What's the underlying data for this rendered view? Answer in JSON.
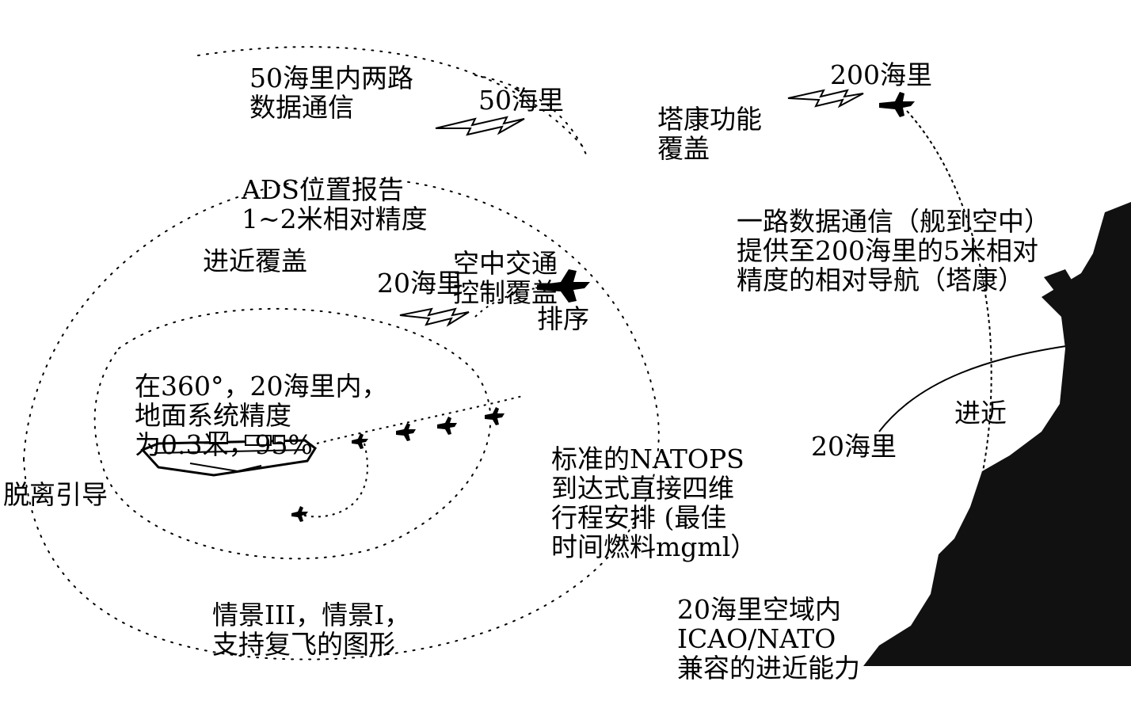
{
  "labels": {
    "datalink_50": [
      "50海里内两路",
      "数据通信"
    ],
    "nm_50": "50海里",
    "ads": [
      "ADS位置报告",
      "1~2米相对精度"
    ],
    "tacan_cov": [
      "塔康功能",
      "覆盖"
    ],
    "nm_200": "200海里",
    "datalink_200": [
      "一路数据通信（舰到空中）",
      "提供至200海里的5米相对",
      "精度的相对导航（塔康）"
    ],
    "atc_cov": [
      "空中交通",
      "控制覆盖"
    ],
    "approach_cov": "进近覆盖",
    "nm_20_left": "20海里",
    "sequencing": "排序",
    "ground_acc": [
      "在360°，20海里内，",
      "地面系统精度",
      "为0.3米，95%"
    ],
    "natops": [
      "标准的NATOPS",
      "到达式直接四维",
      "行程安排 (最佳",
      "时间燃料mgml）"
    ],
    "approach": "进近",
    "nm_20_right": "20海里",
    "departure": "脱离引导",
    "case": [
      "情景III，情景I，",
      "支持复飞的图形"
    ],
    "icao": [
      "20海里空域内",
      "ICAO/NATO",
      "兼容的进近能力"
    ]
  },
  "colors": {
    "ink": "#000000",
    "paper": "#ffffff"
  },
  "icons": [
    "aircraft-carrier-icon",
    "fighter-jet-icon",
    "lightning-datalink-icon",
    "coastline-shape"
  ]
}
